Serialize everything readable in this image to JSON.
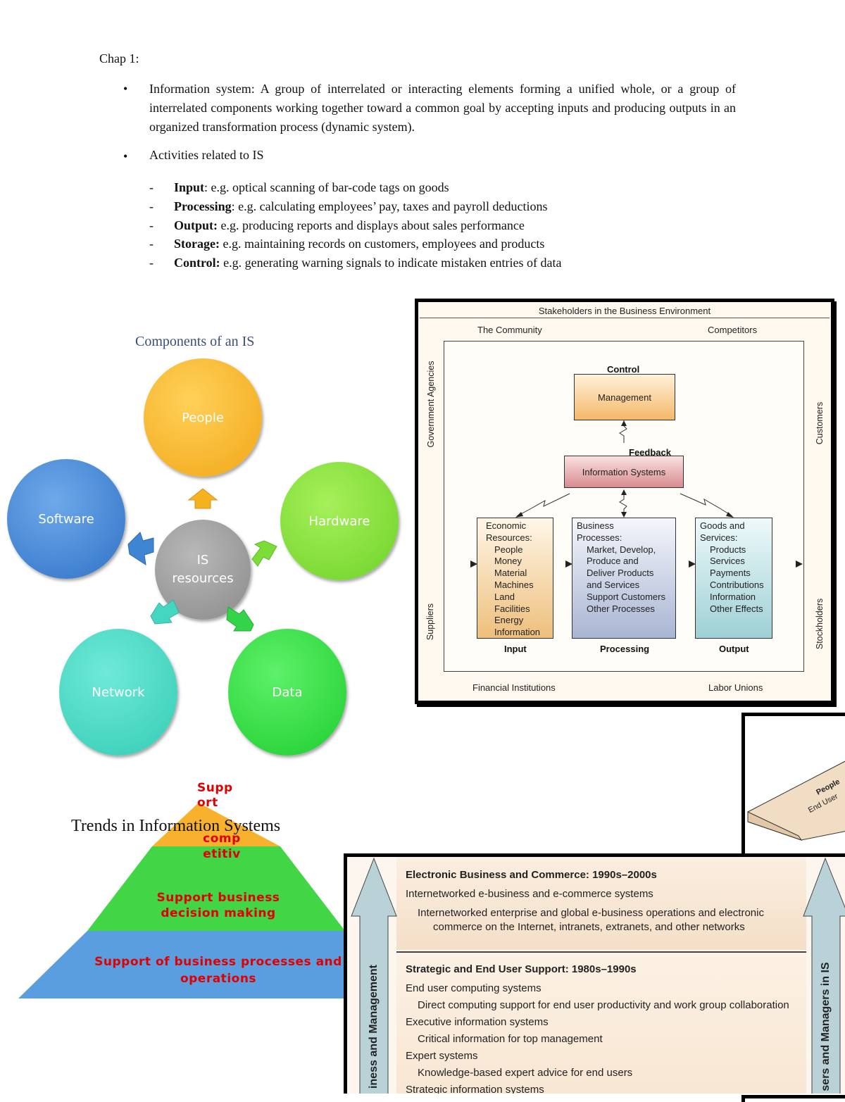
{
  "doc": {
    "chapter": "Chap 1:",
    "definition": {
      "bullet": "•",
      "text": "Information system: A group of interrelated or interacting elements forming a unified whole, or a group of interrelated components working together toward a common goal by accepting inputs and producing outputs in an organized transformation process (dynamic system)."
    },
    "activities": {
      "bullet": "•",
      "heading": "Activities related to IS",
      "dash": "-",
      "items": [
        {
          "term": "Input",
          "text": ": e.g. optical scanning of bar-code tags on goods"
        },
        {
          "term": "Processing",
          "text": ": e.g. calculating employees’ pay, taxes and payroll deductions"
        },
        {
          "term": "Output:",
          "text": " e.g. producing reports and displays about sales performance"
        },
        {
          "term": "Storage:",
          "text": " e.g. maintaining records on customers, employees and products"
        },
        {
          "term": "Control:",
          "text": " e.g. generating warning signals to indicate mistaken entries of data"
        }
      ]
    }
  },
  "components": {
    "title": "Components of an IS",
    "center": {
      "line1": "IS",
      "line2": "resources"
    },
    "nodes": {
      "people": "People",
      "hardware": "Hardware",
      "software": "Software",
      "network": "Network",
      "data": "Data"
    },
    "colors": {
      "people": "#f7b21e",
      "hardware": "#7fe03a",
      "software": "#3e8ad6",
      "network": "#45dcc6",
      "data": "#35d84a",
      "center": "#9b9b9b"
    }
  },
  "stakeholders": {
    "title": "Stakeholders in the Business Environment",
    "top_left": "The Community",
    "top_right": "Competitors",
    "bottom_left": "Financial Institutions",
    "bottom_right": "Labor Unions",
    "left_top": "Government Agencies",
    "left_bottom": "Suppliers",
    "right_top": "Customers",
    "right_bottom": "Stockholders",
    "control_label": "Control",
    "management": "Management",
    "feedback": "Feedback",
    "information_systems": "Information Systems",
    "input_box": {
      "head": [
        "Economic",
        "Resources:"
      ],
      "items": [
        "People",
        "Money",
        "Material",
        "Machines",
        "Land",
        "Facilities",
        "Energy",
        "Information"
      ],
      "caption": "Input"
    },
    "processing_box": {
      "head": [
        "Business",
        "Processes:"
      ],
      "items": [
        "Market, Develop,",
        "Produce and",
        "Deliver Products",
        "and Services",
        "Support Customers",
        "Other Processes"
      ],
      "caption": "Processing"
    },
    "output_box": {
      "head": [
        "Goods and",
        "Services:"
      ],
      "items": [
        "Products",
        "Services",
        "Payments",
        "Contributions",
        "Information",
        "Other Effects"
      ],
      "caption": "Output"
    }
  },
  "partial_frame": {
    "text1": "People",
    "text2": "End User"
  },
  "trends_title": "Trends in Information Systems",
  "pyramid": {
    "top": [
      "Supp",
      "ort",
      "comp",
      "etitiv"
    ],
    "middle": [
      "Support business",
      "decision making"
    ],
    "bottom": [
      "Support of business processes and",
      "operations"
    ]
  },
  "trends_table": {
    "left_arrow_label": "iness and Management",
    "right_arrow_label": "sers and Managers in IS",
    "section1": {
      "heading": "Electronic Business and Commerce: 1990s–2000s",
      "line1": "Internetworked e-business and e-commerce systems",
      "line2": "Internetworked enterprise and global e-business operations and electronic",
      "line3": "commerce on the Internet, intranets, extranets, and other networks"
    },
    "section2": {
      "heading": "Strategic and End User Support: 1980s–1990s",
      "rows": [
        {
          "text": "End user computing systems",
          "indent": false
        },
        {
          "text": "Direct computing support for end user productivity and work group collaboration",
          "indent": true
        },
        {
          "text": "Executive information systems",
          "indent": false
        },
        {
          "text": "Critical information for top management",
          "indent": true
        },
        {
          "text": "Expert systems",
          "indent": false
        },
        {
          "text": "Knowledge-based expert advice for end users",
          "indent": true
        },
        {
          "text": "Strategic information systems",
          "indent": false
        }
      ]
    }
  }
}
